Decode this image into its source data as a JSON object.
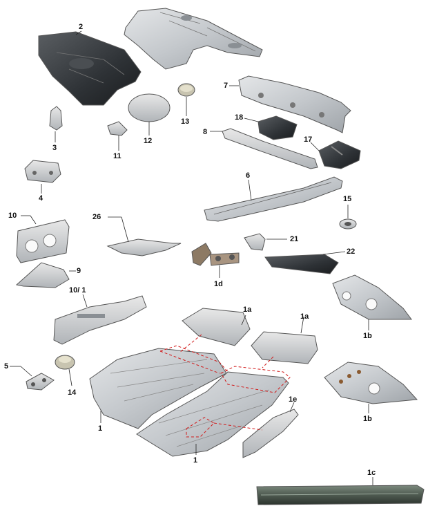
{
  "diagram": {
    "labels": {
      "p2": "2",
      "p3": "3",
      "p4": "4",
      "p5": "5",
      "p6": "6",
      "p7": "7",
      "p8": "8",
      "p9": "9",
      "p10": "10",
      "p10_1": "10/ 1",
      "p11": "11",
      "p12": "12",
      "p13": "13",
      "p14": "14",
      "p15": "15",
      "p17": "17",
      "p18": "18",
      "p21": "21",
      "p22": "22",
      "p26": "26",
      "p1_left": "1",
      "p1_right": "1",
      "p1a_left": "1a",
      "p1a_right": "1a",
      "p1b_top": "1b",
      "p1b_bottom": "1b",
      "p1c": "1c",
      "p1d": "1d",
      "p1e": "1e"
    }
  }
}
